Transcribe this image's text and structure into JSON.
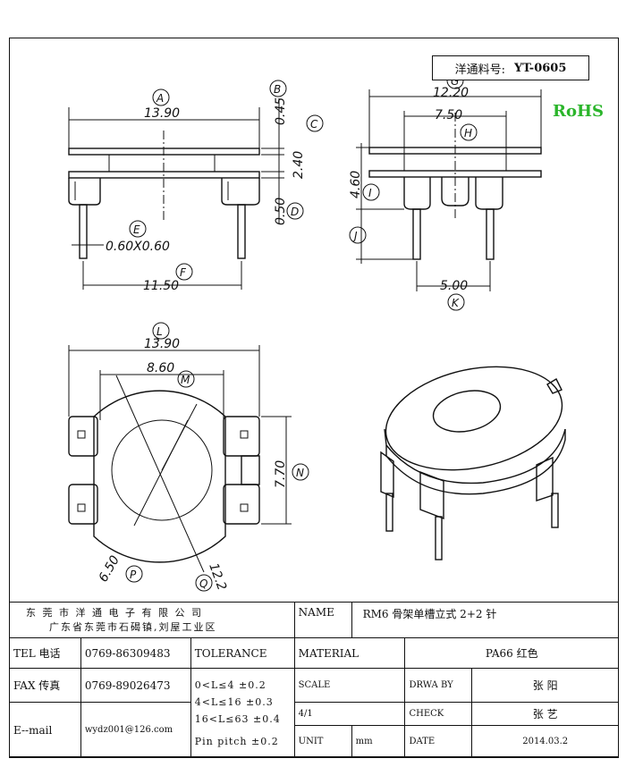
{
  "header": {
    "part_label": "洋通料号:",
    "part_number": "YT-0605",
    "rohs": "RoHS"
  },
  "dimensions": {
    "A": "13.90",
    "B": "0.45",
    "C_val": "2.40",
    "D": "0.50",
    "E": "0.60X0.60",
    "F": "11.50",
    "G": "12.20",
    "H": "7.50",
    "I": "4.60",
    "K": "5.00",
    "L": "13.90",
    "M": "8.60",
    "N": "7.70",
    "P": "6.50",
    "Q": "12.2"
  },
  "callouts": [
    "A",
    "B",
    "C",
    "D",
    "E",
    "F",
    "G",
    "H",
    "I",
    "J",
    "K",
    "L",
    "M",
    "N",
    "P",
    "Q"
  ],
  "title_block": {
    "company_name": "东 莞 市 洋 通 电 子 有 限 公 司",
    "company_address": "广东省东莞市石碣镇,刘屋工业区",
    "name_label": "NAME",
    "name_value": "RM6 骨架单槽立式 2+2 针",
    "tel_label": "TEL 电话",
    "tel_value": "0769-86309483",
    "tolerance_label": "TOLERANCE",
    "material_label": "MATERIAL",
    "material_value": "PA66 红色",
    "fax_label": "FAX 传真",
    "fax_value": "0769-89026473",
    "tol_1": "0<L≤4  ±0.2",
    "tol_2": "4<L≤16  ±0.3",
    "tol_3": "16<L≤63  ±0.4",
    "tol_4": "Pin pitch ±0.2",
    "scale_label": "SCALE",
    "scale_value": "4/1",
    "drawby_label": "DRWA BY",
    "drawby_value": "张  阳",
    "check_label": "CHECK",
    "check_value": "张  艺",
    "email_label": "E--mail",
    "email_value": "wydz001@126.com",
    "unit_label": "UNIT",
    "unit_value": "mm",
    "date_label": "DATE",
    "date_value": "2014.03.2"
  }
}
